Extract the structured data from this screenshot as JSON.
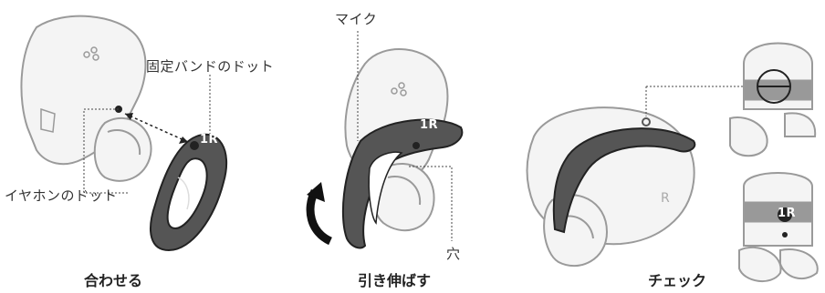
{
  "labels": {
    "mic": "マイク",
    "band_dot": "固定バンドのドット",
    "earbud_dot": "イヤホンのドット",
    "hole": "穴",
    "band_mark": "1R",
    "earbud_letter": "R"
  },
  "captions": {
    "step1": "合わせる",
    "step2": "引き伸ばす",
    "step3": "チェック"
  },
  "colors": {
    "outline": "#9a9a9a",
    "band": "#555555",
    "band_outline": "#222222",
    "earbud_fill": "#f4f4f4"
  }
}
